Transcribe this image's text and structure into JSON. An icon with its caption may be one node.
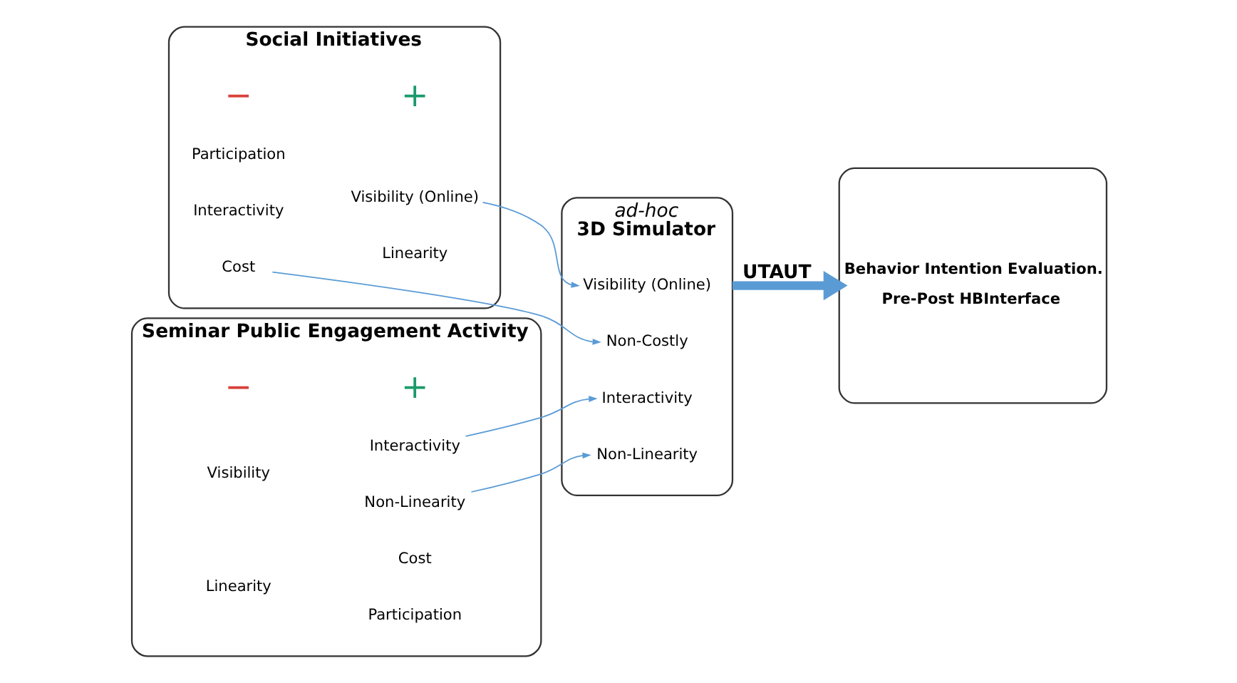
{
  "diagram": {
    "nodes": [
      {
        "text": [
          "Social Initiatives"
        ]
      },
      {
        "text": [
          "Participation"
        ],
        "in": 0
      },
      {
        "text": [
          "Interactivity"
        ],
        "in": 0
      },
      {
        "text": [
          "Cost"
        ],
        "in": 0
      },
      {
        "text": [
          "Visibility (Online)"
        ],
        "in": 0
      },
      {
        "text": [
          "Linearity"
        ],
        "in": 0
      },
      {
        "text": [
          "Seminar Public Engagement Activity"
        ]
      },
      {
        "text": [
          "Visibility"
        ],
        "in": 6
      },
      {
        "text": [
          "Linearity"
        ],
        "in": 6
      },
      {
        "text": [
          "Interactivity"
        ],
        "in": 6
      },
      {
        "text": [
          "Non-Linearity"
        ],
        "in": 6
      },
      {
        "text": [
          "Cost"
        ],
        "in": 6
      },
      {
        "text": [
          "Participation"
        ],
        "in": 6
      },
      {
        "text": [
          "ad-hoc",
          "3D Simulator"
        ]
      },
      {
        "text": [
          "Visibility (Online)"
        ],
        "in": 13
      },
      {
        "text": [
          "Non-Costly"
        ],
        "in": 13
      },
      {
        "text": [
          "Interactivity"
        ],
        "in": 13
      },
      {
        "text": [
          "Non-Linearity"
        ],
        "in": 13
      },
      {
        "text": [
          "Behavior Intention Evaluation.",
          "Pre-Post HBInterface"
        ]
      }
    ],
    "edges": [
      {
        "from": 4,
        "to": 14,
        "arrow": "to"
      },
      {
        "from": 3,
        "to": 15,
        "arrow": "to"
      },
      {
        "from": 9,
        "to": 16,
        "arrow": "to"
      },
      {
        "from": 10,
        "to": 17,
        "arrow": "to"
      },
      {
        "from": 13,
        "to": 18,
        "arrow": "to",
        "label": "UTAUT",
        "style": "thick"
      }
    ],
    "labels": [
      "−",
      "+",
      "−",
      "+"
    ]
  }
}
